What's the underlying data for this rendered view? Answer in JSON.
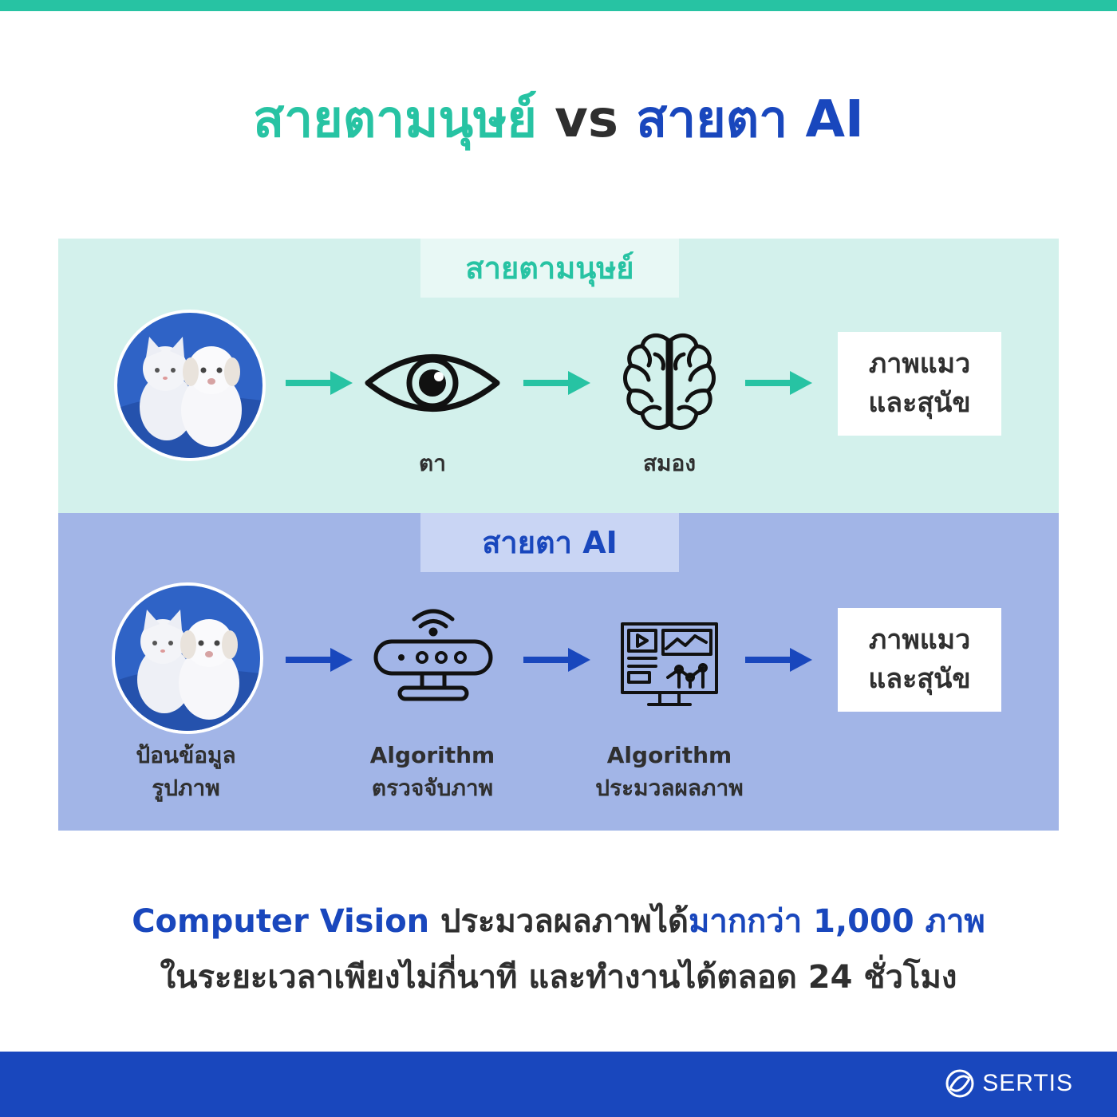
{
  "title": {
    "human": "สายตามนุษย์",
    "vs": "vs",
    "ai": "สายตา AI"
  },
  "human_panel": {
    "label": "สายตามนุษย์",
    "eye_caption": "ตา",
    "brain_caption": "สมอง",
    "result": [
      "ภาพแมว",
      "และสุนัข"
    ]
  },
  "ai_panel": {
    "label": "สายตา AI",
    "input_caption": [
      "ป้อนข้อมูล",
      "รูปภาพ"
    ],
    "detect_caption": [
      "Algorithm",
      "ตรวจจับภาพ"
    ],
    "process_caption": [
      "Algorithm",
      "ประมวลผลภาพ"
    ],
    "result": [
      "ภาพแมว",
      "และสุนัข"
    ]
  },
  "bottom": {
    "line1_blue": "Computer Vision",
    "line1_dark": " ประมวลผลภาพได้",
    "line1_highlight": "มากกว่า 1,000 ภาพ",
    "line2": "ในระยะเวลาเพียงไม่กี่นาที และทำงานได้ตลอด 24 ชั่วโมง"
  },
  "footer": {
    "logo": "SERTIS"
  },
  "colors": {
    "teal": "#27c3a3",
    "blue": "#1947bd",
    "human_panel_bg": "#d3f1ec",
    "ai_panel_bg": "#a2b5e7"
  },
  "icons": {
    "human_flow": [
      "photo-cat-dog",
      "eye-icon",
      "brain-icon"
    ],
    "ai_flow": [
      "photo-cat-dog",
      "router-icon",
      "dashboard-monitor-icon"
    ],
    "logo": "sertis-logo-icon"
  }
}
